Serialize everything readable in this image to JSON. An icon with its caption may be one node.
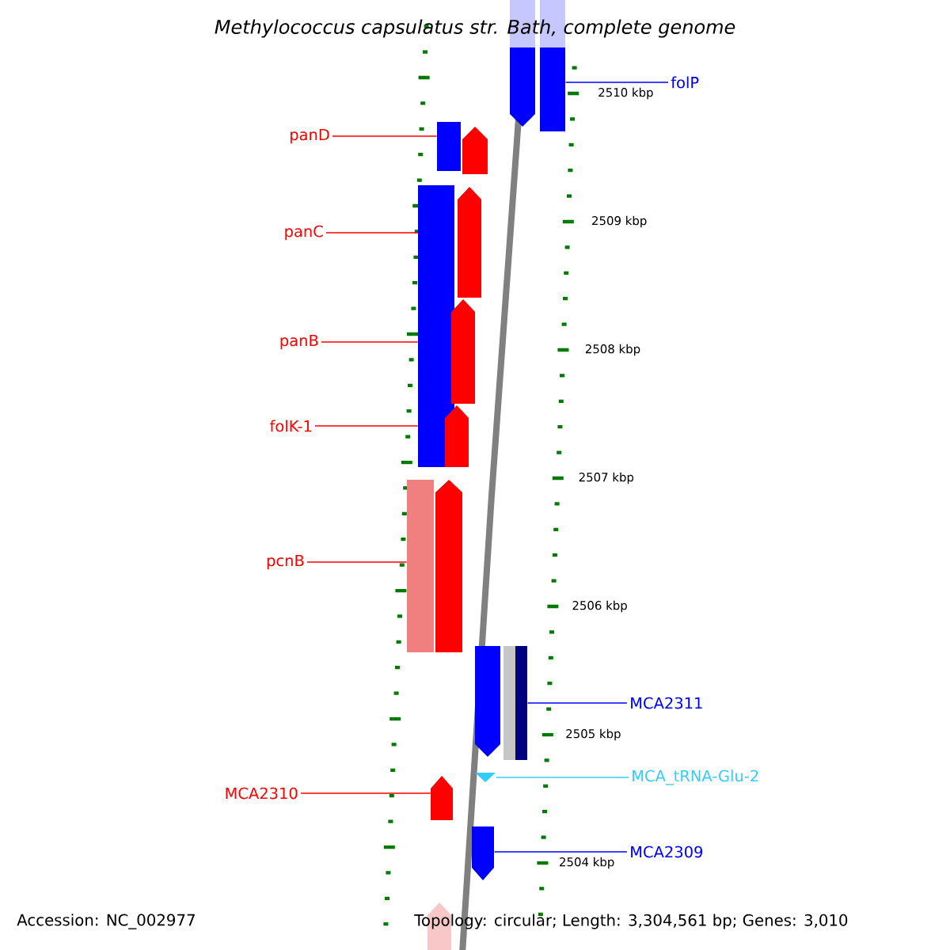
{
  "diagram": {
    "title": "Methylococcus capsulatus str. Bath, complete genome",
    "nodes": [
      {
        "text": [
          "folP"
        ]
      },
      {
        "text": [
          "panD"
        ]
      },
      {
        "text": [
          "panC"
        ]
      },
      {
        "text": [
          "panB"
        ]
      },
      {
        "text": [
          "folK-1"
        ]
      },
      {
        "text": [
          "pcnB"
        ]
      },
      {
        "text": [
          "MCA2311"
        ]
      },
      {
        "text": [
          "MCA_tRNA-Glu-2"
        ]
      },
      {
        "text": [
          "MCA2310"
        ]
      },
      {
        "text": [
          "MCA2309"
        ]
      },
      {
        "text": [],
        "shape": "pentagon"
      },
      {
        "text": [],
        "shape": "bar"
      },
      {
        "text": [],
        "shape": "bar"
      },
      {
        "text": [],
        "shape": "pentagon"
      },
      {
        "text": [],
        "shape": "bar"
      },
      {
        "text": [],
        "shape": "pentagon"
      },
      {
        "text": [],
        "shape": "pentagon"
      },
      {
        "text": [],
        "shape": "pentagon"
      },
      {
        "text": [],
        "shape": "bar"
      },
      {
        "text": [],
        "shape": "pentagon"
      },
      {
        "text": [],
        "shape": "pentagon"
      },
      {
        "text": [],
        "shape": "bar"
      },
      {
        "text": [],
        "shape": "triangle"
      },
      {
        "text": [],
        "shape": "pentagon"
      },
      {
        "text": [],
        "shape": "pentagon"
      },
      {
        "text": [],
        "shape": "pentagon"
      }
    ],
    "edges": [
      {
        "from": 0,
        "to": 11,
        "arrow": "none",
        "color": "#0000ff"
      },
      {
        "from": 1,
        "to": 12,
        "arrow": "none"
      },
      {
        "from": 2,
        "to": 14,
        "arrow": "none"
      },
      {
        "from": 3,
        "to": 14,
        "arrow": "none"
      },
      {
        "from": 4,
        "to": 14,
        "arrow": "none"
      },
      {
        "from": 5,
        "to": 18,
        "arrow": "none"
      },
      {
        "from": 6,
        "to": 21,
        "arrow": "none",
        "color": "#0000ff"
      },
      {
        "from": 7,
        "to": 22,
        "arrow": "none",
        "color": "#33ccff"
      },
      {
        "from": 8,
        "to": 23,
        "arrow": "none"
      },
      {
        "from": 9,
        "to": 24,
        "arrow": "none",
        "color": "#0000ff"
      }
    ],
    "labels": [
      "2510 kbp",
      "2509 kbp",
      "2508 kbp",
      "2507 kbp",
      "2506 kbp",
      "2505 kbp",
      "2504 kbp",
      "Accession: NC_002977",
      "Topology: circular; Length: 3,304,561 bp; Genes: 3,010"
    ]
  }
}
